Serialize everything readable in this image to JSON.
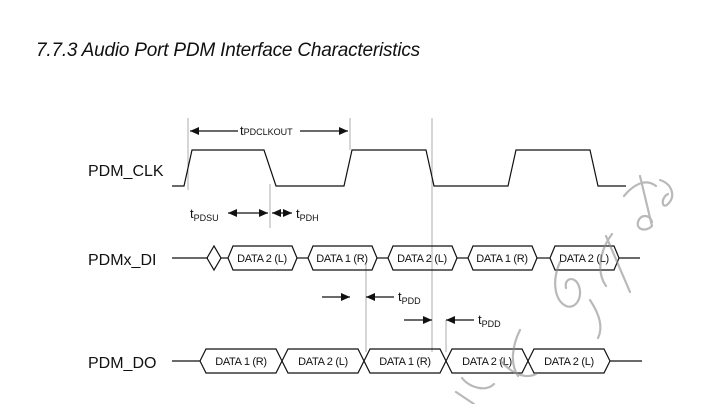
{
  "section_title": "7.7.3 Audio Port PDM Interface Characteristics",
  "signals": {
    "clk": "PDM_CLK",
    "di": "PDMx_DI",
    "do": "PDM_DO"
  },
  "timing_labels": {
    "pdclkout": {
      "main": "t",
      "sub": "PDCLKOUT"
    },
    "pdsu": {
      "main": "t",
      "sub": "PDSU"
    },
    "pdh": {
      "main": "t",
      "sub": "PDH"
    },
    "pdd1": {
      "main": "t",
      "sub": "PDD"
    },
    "pdd2": {
      "main": "t",
      "sub": "PDD"
    }
  },
  "di_cells": [
    "DATA 2 (L)",
    "DATA 1 (R)",
    "DATA 2 (L)",
    "DATA 1 (R)",
    "DATA 2 (L)"
  ],
  "do_cells": [
    "DATA 1 (R)",
    "DATA 2 (L)",
    "DATA 1 (R)",
    "DATA 2 (L)",
    "DATA 2 (L)"
  ],
  "colors": {
    "line": "#111111",
    "guide": "#9a9a9a",
    "watermark": "#8a8a8a"
  },
  "watermark": {
    "type": "music-note-and-lettering-scribble"
  }
}
